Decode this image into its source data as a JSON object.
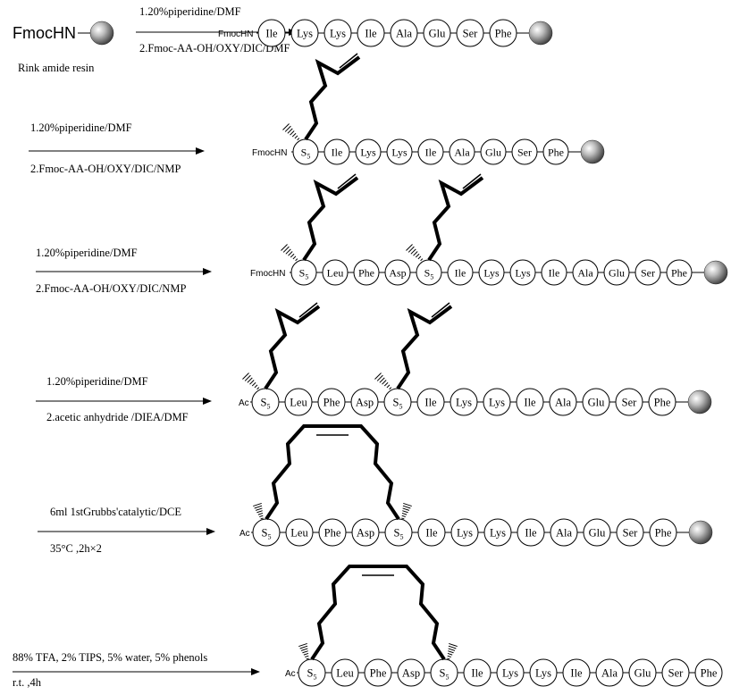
{
  "steps": [
    {
      "conditions": [
        "1.20%piperidine/DMF",
        "2.Fmoc-AA-OH/OXY/DIC/DMF"
      ],
      "start_label": "FmocHN",
      "start_note": "Rink amide resin",
      "terminus": "FmocHN",
      "residues": [
        "Ile",
        "Lys",
        "Lys",
        "Ile",
        "Ala",
        "Glu",
        "Ser",
        "Phe"
      ],
      "resin": true
    },
    {
      "conditions": [
        "1.20%piperidine/DMF",
        "2.Fmoc-AA-OH/OXY/DIC/NMP"
      ],
      "terminus": "FmocHN",
      "residues": [
        "S5",
        "Ile",
        "Lys",
        "Lys",
        "Ile",
        "Ala",
        "Glu",
        "Ser",
        "Phe"
      ],
      "resin": true
    },
    {
      "conditions": [
        "1.20%piperidine/DMF",
        "2.Fmoc-AA-OH/OXY/DIC/NMP"
      ],
      "terminus": "FmocHN",
      "residues": [
        "S5",
        "Leu",
        "Phe",
        "Asp",
        "S5",
        "Ile",
        "Lys",
        "Lys",
        "Ile",
        "Ala",
        "Glu",
        "Ser",
        "Phe"
      ],
      "resin": true
    },
    {
      "conditions": [
        "1.20%piperidine/DMF",
        "2.acetic anhydride /DIEA/DMF"
      ],
      "terminus": "Ac",
      "residues": [
        "S5",
        "Leu",
        "Phe",
        "Asp",
        "S5",
        "Ile",
        "Lys",
        "Lys",
        "Ile",
        "Ala",
        "Glu",
        "Ser",
        "Phe"
      ],
      "resin": true
    },
    {
      "conditions": [
        "6ml 1stGrubbs'catalytic/DCE",
        "35°C ,2h×2"
      ],
      "terminus": "Ac",
      "residues": [
        "S5",
        "Leu",
        "Phe",
        "Asp",
        "S5",
        "Ile",
        "Lys",
        "Lys",
        "Ile",
        "Ala",
        "Glu",
        "Ser",
        "Phe"
      ],
      "resin": true
    },
    {
      "conditions": [
        "88% TFA, 2% TIPS, 5% water, 5% phenols",
        "r.t. ,4h"
      ],
      "terminus": "Ac",
      "residues": [
        "S5",
        "Leu",
        "Phe",
        "Asp",
        "S5",
        "Ile",
        "Lys",
        "Lys",
        "Ile",
        "Ala",
        "Glu",
        "Ser",
        "Phe"
      ],
      "resin": false
    }
  ]
}
